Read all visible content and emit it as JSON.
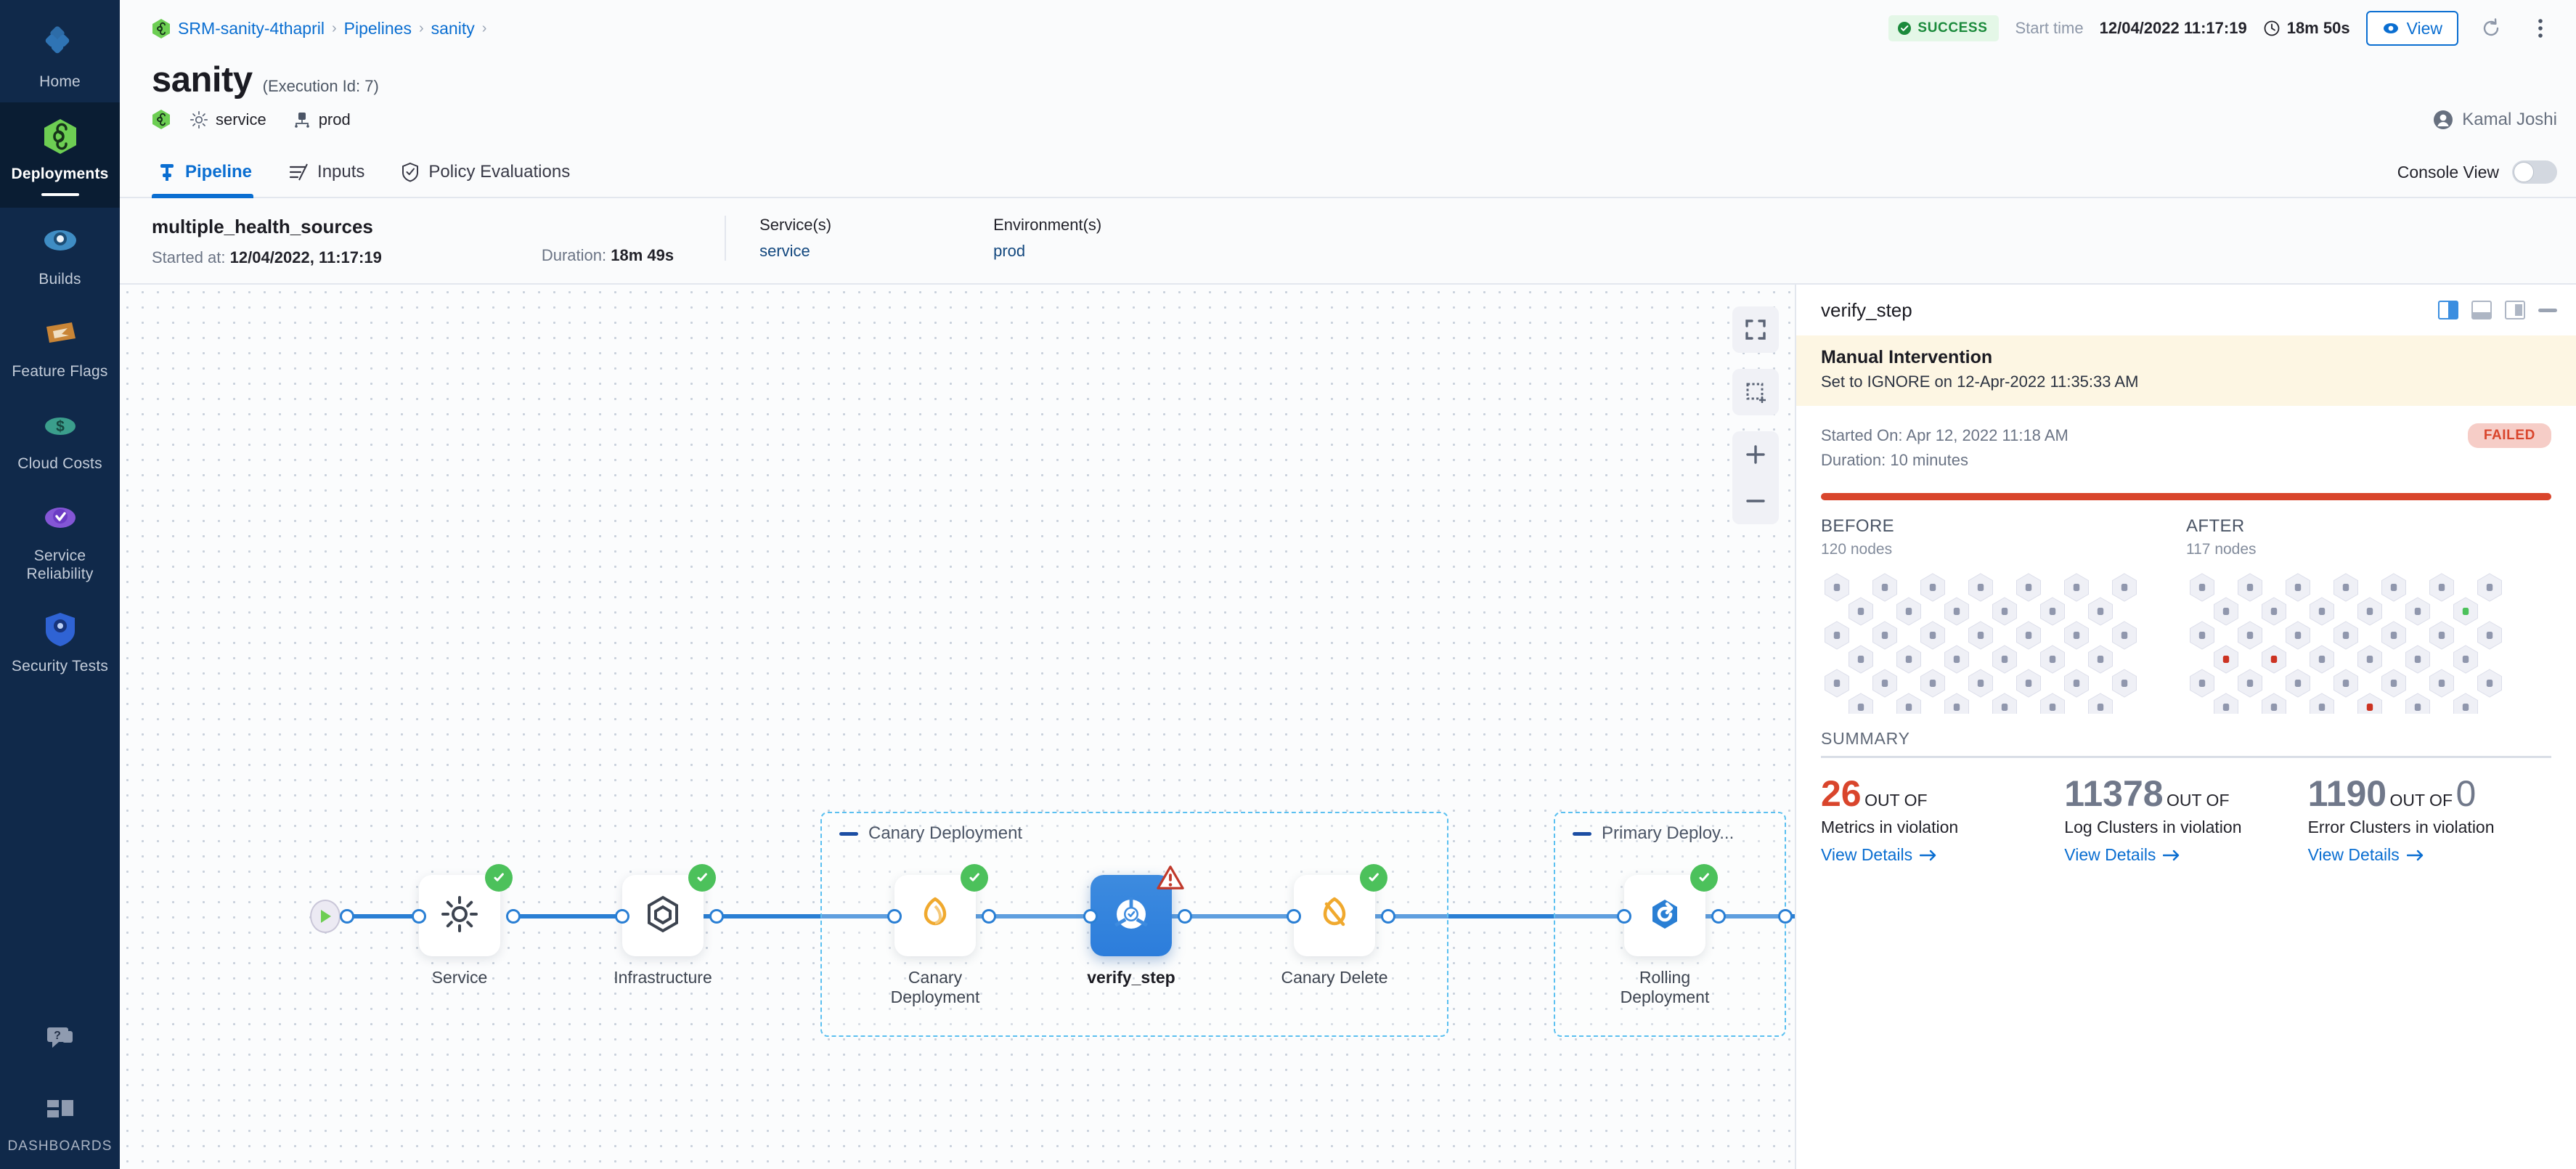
{
  "sidebar": {
    "items": [
      {
        "label": "Home",
        "icon": "home-modules-icon",
        "active": false
      },
      {
        "label": "Deployments",
        "icon": "deployments-icon",
        "active": true
      },
      {
        "label": "Builds",
        "icon": "builds-icon",
        "active": false
      },
      {
        "label": "Feature Flags",
        "icon": "feature-flags-icon",
        "active": false
      },
      {
        "label": "Cloud Costs",
        "icon": "cloud-costs-icon",
        "active": false
      },
      {
        "label": "Service Reliability",
        "icon": "service-reliability-icon",
        "active": false
      },
      {
        "label": "Security Tests",
        "icon": "security-tests-icon",
        "active": false
      }
    ],
    "help_icon": "help-chat-icon",
    "dashboards_label": "DASHBOARDS",
    "dashboards_icon": "dashboards-grid-icon"
  },
  "header": {
    "breadcrumbs": [
      "SRM-sanity-4thapril",
      "Pipelines",
      "sanity"
    ],
    "breadcrumb_icon": "harness-hex-icon",
    "status_badge": "SUCCESS",
    "status_icon": "check-circle-icon",
    "start_time_label": "Start time",
    "start_time_value": "12/04/2022 11:17:19",
    "duration_icon": "clock-icon",
    "duration_value": "18m 50s",
    "view_button": "View",
    "view_icon": "eye-icon",
    "refresh_icon": "refresh-icon",
    "more_icon": "more-vertical-icon",
    "accent_color": "#0a6ed1",
    "success_color": "#1b8a3b"
  },
  "title": {
    "name": "sanity",
    "execution_id": "(Execution Id: 7)",
    "service_icon": "gear-icon",
    "service": "service",
    "environment_icon": "infrastructure-icon",
    "environment": "prod",
    "user_icon": "user-avatar-icon",
    "user": "Kamal Joshi"
  },
  "tabs": [
    {
      "label": "Pipeline",
      "icon": "pipeline-icon",
      "active": true
    },
    {
      "label": "Inputs",
      "icon": "inputs-icon",
      "active": false
    },
    {
      "label": "Policy Evaluations",
      "icon": "policy-shield-icon",
      "active": false
    }
  ],
  "console_view": {
    "label": "Console View",
    "enabled": false
  },
  "execution_strip": {
    "stage_name": "multiple_health_sources",
    "started_label": "Started at:",
    "started_value": "12/04/2022, 11:17:19",
    "duration_label": "Duration:",
    "duration_value": "18m 49s",
    "services_label": "Service(s)",
    "services_value": "service",
    "environments_label": "Environment(s)",
    "environments_value": "prod"
  },
  "graph": {
    "start_icon": "play-icon",
    "end_icon": "stop-icon",
    "groups": [
      {
        "title": "Canary Deployment"
      },
      {
        "title": "Primary Deploy..."
      }
    ],
    "nodes": [
      {
        "label": "Service",
        "icon": "gear-icon",
        "status": "success",
        "selected": false
      },
      {
        "label": "Infrastructure",
        "icon": "infra-hex-icon",
        "status": "success",
        "selected": false
      },
      {
        "label": "Canary Deployment",
        "icon": "kubernetes-canary-icon",
        "status": "success",
        "selected": false
      },
      {
        "label": "verify_step",
        "icon": "verify-gauge-icon",
        "status": "warning",
        "selected": true
      },
      {
        "label": "Canary Delete",
        "icon": "kubernetes-delete-icon",
        "status": "success",
        "selected": false
      },
      {
        "label": "Rolling Deployment",
        "icon": "kubernetes-rolling-icon",
        "status": "success",
        "selected": false
      }
    ],
    "tools": [
      {
        "name": "fit-to-screen-icon"
      },
      {
        "name": "select-area-icon"
      },
      {
        "name": "zoom-in-icon"
      },
      {
        "name": "zoom-out-icon"
      }
    ]
  },
  "panel": {
    "title": "verify_step",
    "layout_icons": [
      "split-right-icon",
      "dock-bottom-icon",
      "dock-right-icon",
      "minimize-icon"
    ],
    "manual_intervention": {
      "title": "Manual Intervention",
      "subtitle": "Set to IGNORE on 12-Apr-2022 11:35:33 AM"
    },
    "run": {
      "started_on": "Started On: Apr 12, 2022 11:18 AM",
      "duration": "Duration: 10 minutes",
      "status": "FAILED",
      "status_color": "#d9452c"
    },
    "before": {
      "title": "BEFORE",
      "subtitle": "120 nodes",
      "nodes": 120
    },
    "after": {
      "title": "AFTER",
      "subtitle": "117 nodes",
      "nodes": 117
    },
    "summary_label": "SUMMARY",
    "summary": [
      {
        "value": "26",
        "value_color": "red",
        "out_of": "OUT OF",
        "total": "",
        "description": "Metrics in violation",
        "link": "View Details"
      },
      {
        "value": "11378",
        "value_color": "mixed",
        "out_of": "OUT OF",
        "total": "",
        "description": "Log Clusters in violation",
        "link": "View Details"
      },
      {
        "value": "1190",
        "value_color": "gray",
        "out_of": "OUT OF",
        "total": "0",
        "description": "Error Clusters in violation",
        "link": "View Details"
      }
    ]
  },
  "chart_data": {
    "type": "heatmap",
    "title": "Node health comparison",
    "panels": [
      {
        "name": "BEFORE",
        "total_nodes": 120,
        "states": {
          "neutral": 120,
          "healthy": 0,
          "unhealthy": 0
        }
      },
      {
        "name": "AFTER",
        "total_nodes": 117,
        "states": {
          "neutral": 113,
          "healthy": 1,
          "unhealthy": 3
        }
      }
    ],
    "colors": {
      "neutral": "#9097ad",
      "healthy": "#4cc15b",
      "unhealthy": "#cc3322"
    },
    "legend": []
  }
}
